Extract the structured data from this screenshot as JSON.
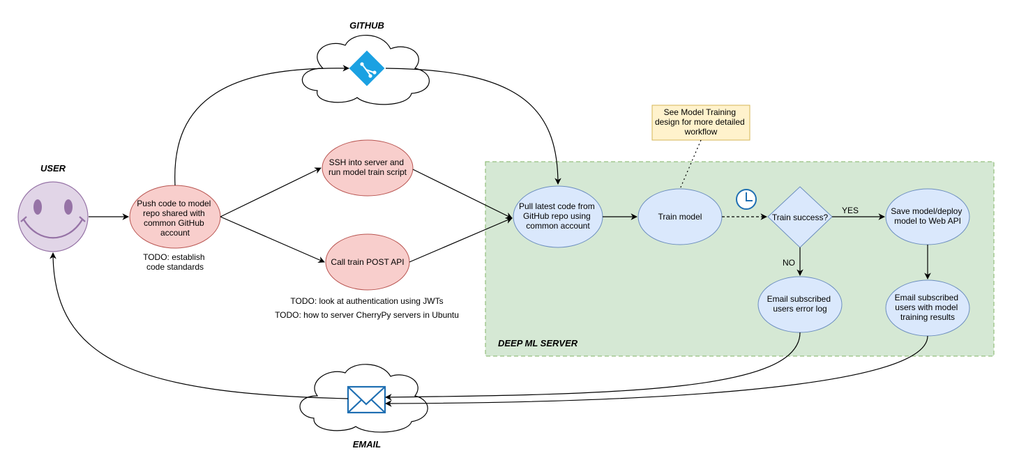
{
  "labels": {
    "user": "USER",
    "github": "GITHUB",
    "email": "EMAIL",
    "server": "DEEP ML SERVER"
  },
  "nodes": {
    "push_code": [
      "Push code to model",
      "repo shared with",
      "common GitHub",
      "account"
    ],
    "ssh": [
      "SSH into server and",
      "run model train script"
    ],
    "call_api": [
      "Call train POST API"
    ],
    "pull_code": [
      "Pull latest code from",
      "GitHub repo using",
      "common account"
    ],
    "train_model": [
      "Train model"
    ],
    "train_success": [
      "Train success?"
    ],
    "save_model": [
      "Save model/deploy",
      "model to Web API"
    ],
    "email_error": [
      "Email subscribed",
      "users error log"
    ],
    "email_results": [
      "Email subscribed",
      "users with model",
      "training results"
    ]
  },
  "note": [
    "See Model Training",
    "design for more detailed",
    "workflow"
  ],
  "todos": {
    "push": [
      "TODO: establish",
      "code standards"
    ],
    "api_1": "TODO: look at authentication using JWTs",
    "api_2": "TODO: how to server CherryPy servers in Ubuntu"
  },
  "edge_labels": {
    "yes": "YES",
    "no": "NO"
  },
  "icons": {
    "user": "smiley-face-icon",
    "github": "git-branch-icon",
    "email": "envelope-icon",
    "timer": "clock-icon"
  },
  "colors": {
    "red_fill": "#f8cecc",
    "red_stroke": "#b85450",
    "blue_fill": "#dae8fc",
    "blue_stroke": "#6c8ebf",
    "green_fill": "#d5e8d4",
    "green_stroke": "#82b366",
    "purple_fill": "#e1d5e7",
    "purple_stroke": "#9673a6",
    "note_fill": "#fff2cc",
    "note_stroke": "#d6b656",
    "icon_blue": "#1ba1e2",
    "icon_dark_blue": "#1f6fb2"
  }
}
